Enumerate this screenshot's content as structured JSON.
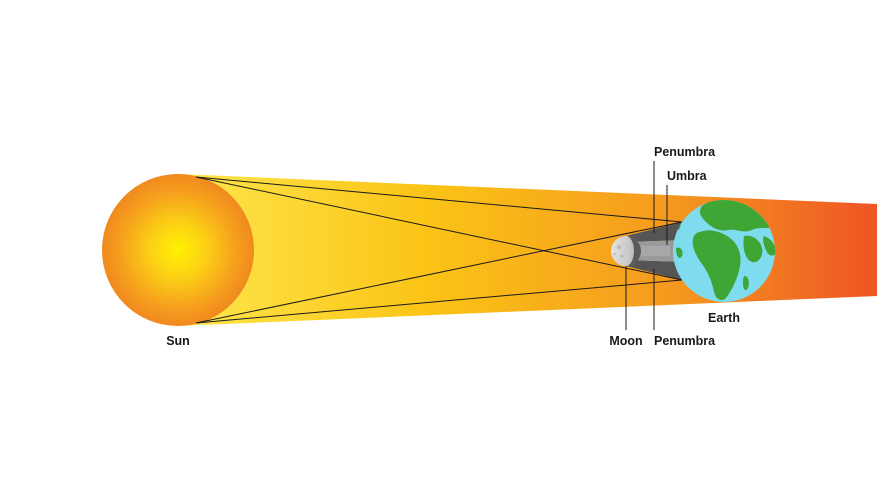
{
  "labels": {
    "sun": "Sun",
    "moon": "Moon",
    "earth": "Earth",
    "penumbra_top": "Penumbra",
    "umbra": "Umbra",
    "penumbra_bottom": "Penumbra"
  },
  "colors": {
    "beam_start": "#fde74c",
    "beam_mid": "#f7a21b",
    "beam_end": "#ee5424",
    "sun_core": "#ffe600",
    "sun_edge": "#f2891d",
    "moon_lit": "#d4d4d4",
    "moon_dark": "#595959",
    "umbra": "#8c8c8c",
    "penumbra": "#4d4d4d",
    "ocean": "#7fdcef",
    "land": "#3fa535",
    "leader_line": "#1a1a1a"
  },
  "icons": {
    "sun": "sun-icon",
    "moon": "moon-icon",
    "earth": "earth-globe-icon"
  }
}
